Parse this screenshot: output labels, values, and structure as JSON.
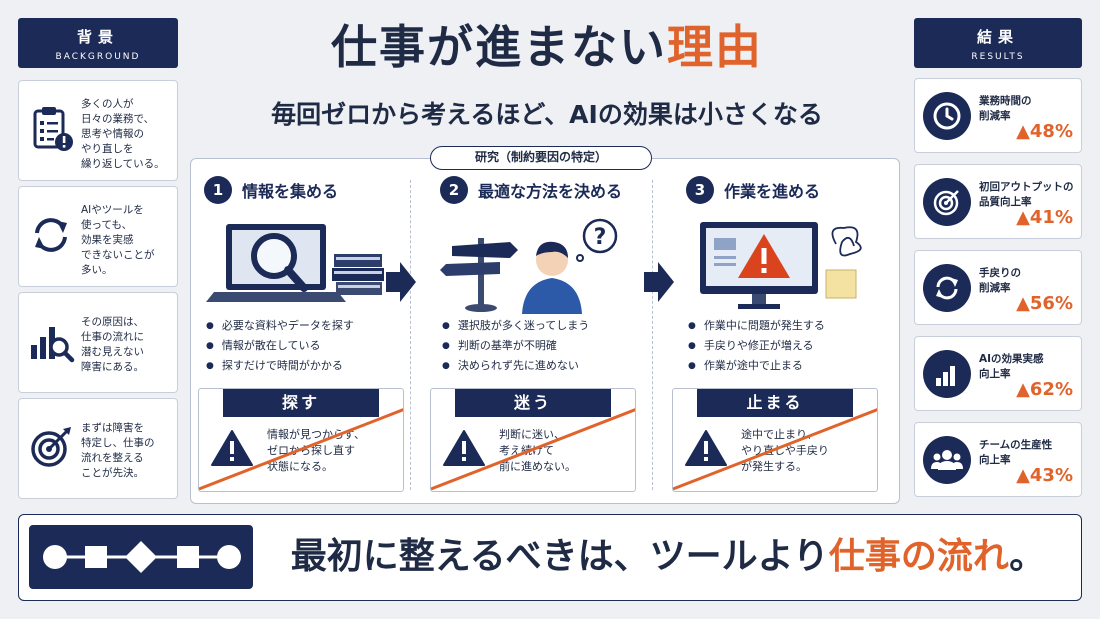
{
  "title": {
    "main": "仕事が進まない",
    "highlight": "理由"
  },
  "subtitle": "毎回ゼロから考えるほど、AIの効果は小さくなる",
  "left": {
    "heading": "背景",
    "heading_en": "BACKGROUND",
    "items": [
      {
        "icon": "clipboard-alert-icon",
        "text": [
          "多くの人が",
          "日々の業務で、",
          "思考や情報の",
          "やり直しを",
          "繰り返している。"
        ]
      },
      {
        "icon": "refresh-icon",
        "text": [
          "AIやツールを",
          "使っても、",
          "効果を実感",
          "できないことが",
          "多い。"
        ]
      },
      {
        "icon": "chart-magnifier-icon",
        "text": [
          "その原因は、",
          "仕事の流れに",
          "潜む見えない",
          "障害にある。"
        ]
      },
      {
        "icon": "target-icon",
        "text": [
          "まずは障害を",
          "特定し、仕事の",
          "流れを整える",
          "ことが先決。"
        ]
      }
    ]
  },
  "research": {
    "label": "研究（制約要因の特定）",
    "steps": [
      {
        "num": "1",
        "title": "情報を集める",
        "illus": "laptop-magnifier-icon",
        "bullets": [
          "必要な資料やデータを探す",
          "情報が散在している",
          "探すだけで時間がかかる"
        ],
        "tag": "探す",
        "warn": [
          "情報が見つからず、",
          "ゼロから探し直す",
          "状態になる。"
        ]
      },
      {
        "num": "2",
        "title": "最適な方法を決める",
        "illus": "signpost-person-icon",
        "bullets": [
          "選択肢が多く迷ってしまう",
          "判断の基準が不明確",
          "決められず先に進めない"
        ],
        "tag": "迷う",
        "warn": [
          "判断に迷い、",
          "考え続けて",
          "前に進めない。"
        ]
      },
      {
        "num": "3",
        "title": "作業を進める",
        "illus": "monitor-warning-icon",
        "bullets": [
          "作業中に問題が発生する",
          "手戻りや修正が増える",
          "作業が途中で止まる"
        ],
        "tag": "止まる",
        "warn": [
          "途中で止まり、",
          "やり直しや手戻り",
          "が発生する。"
        ]
      }
    ]
  },
  "right": {
    "heading": "結果",
    "heading_en": "RESULTS",
    "items": [
      {
        "icon": "clock-icon",
        "label": [
          "業務時間の",
          "削減率"
        ],
        "value": "▲48%"
      },
      {
        "icon": "target-icon",
        "label": [
          "初回アウトプットの",
          "品質向上率"
        ],
        "value": "▲41%"
      },
      {
        "icon": "refresh-icon",
        "label": [
          "手戻りの",
          "削減率"
        ],
        "value": "▲56%"
      },
      {
        "icon": "bar-chart-icon",
        "label": [
          "AIの効果実感",
          "向上率"
        ],
        "value": "▲62%"
      },
      {
        "icon": "team-icon",
        "label": [
          "チームの生産性",
          "向上率"
        ],
        "value": "▲43%"
      }
    ]
  },
  "bottom": {
    "pre": "最初に整えるべきは、ツールより",
    "highlight": "仕事の流れ",
    "post": "。"
  },
  "colors": {
    "navy": "#1b2a56",
    "accent": "#e0632b",
    "warning": "#1b2a56"
  }
}
